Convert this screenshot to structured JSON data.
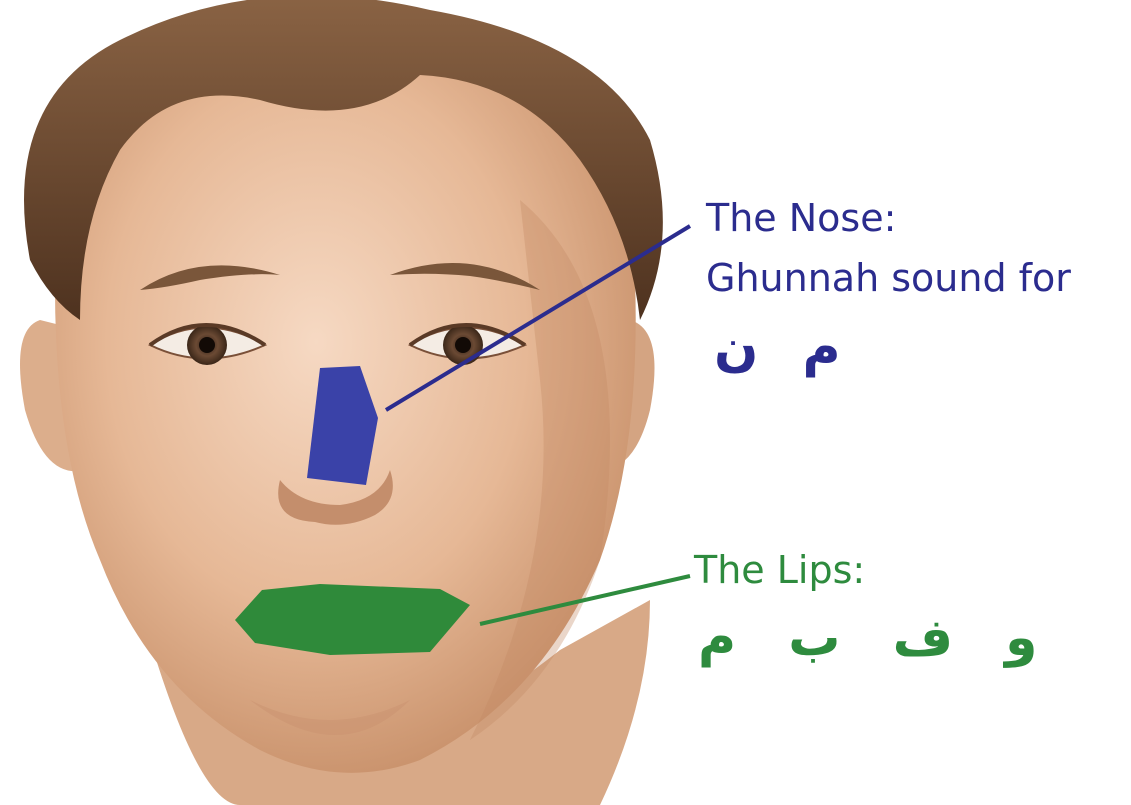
{
  "colors": {
    "nose_accent": "#2b2c8e",
    "nose_fill": "#3a42a8",
    "lips_accent": "#2e8b3e",
    "lips_fill": "#2f8a3a",
    "skin": "#e8bfa0",
    "hair": "#6e4a30"
  },
  "nose": {
    "title": "The Nose:",
    "subtitle": "Ghunnah sound for",
    "letters": "م  ن"
  },
  "lips": {
    "title": "The Lips:",
    "letters": "و  ف  ب  م"
  }
}
